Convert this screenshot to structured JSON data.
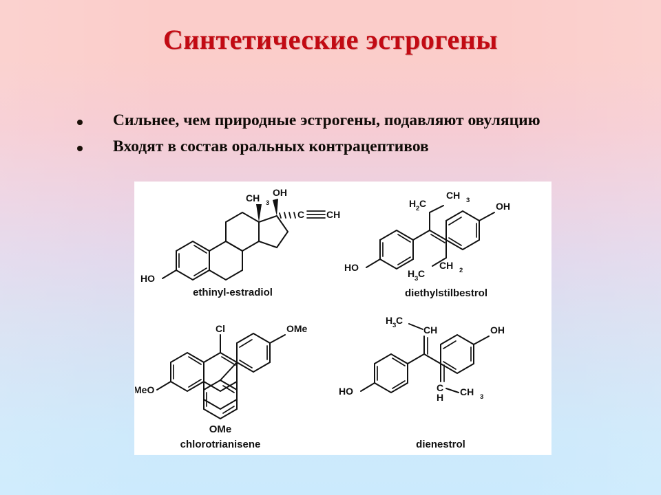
{
  "slide": {
    "title": "Синтетические эстрогены",
    "title_color": "#c20a13",
    "background": {
      "top_color": "#fbcdca",
      "mid_color": "#e2d8ec",
      "bottom_color": "#cbeafd"
    }
  },
  "bullets": [
    {
      "marker": "bullet-dot",
      "text": "Сильнее, чем природные эстрогены, подавляют овуляцию"
    },
    {
      "marker": "bullet-dot",
      "text": "Входят в состав оральных контрацептивов"
    }
  ],
  "figure": {
    "background": "#ffffff",
    "structures": [
      {
        "name": "ethinyl-estradiol",
        "caption": "ethinyl-estradiol",
        "position": "top-left",
        "labels": [
          "HO",
          "CH",
          "3",
          "OH",
          "C",
          "CH"
        ],
        "formula_text": "C≡CH",
        "description": "steroid tetracyclic skeleton, phenolic A-ring with HO, C18 methyl, 17-OH and 17-ethynyl"
      },
      {
        "name": "diethylstilbestrol",
        "caption": "diethylstilbestrol",
        "position": "top-right",
        "labels": [
          "HO",
          "OH",
          "H",
          "2",
          "C",
          "CH",
          "3",
          "H",
          "3",
          "C",
          "CH",
          "2"
        ],
        "description": "two para-hydroxyphenyl rings on a central C=C with two ethyl groups"
      },
      {
        "name": "chlorotrianisene",
        "caption": "chlorotrianisene",
        "position": "bottom-left",
        "labels": [
          "MeO",
          "OMe",
          "Cl",
          "OMe"
        ],
        "description": "triarylethylene with chlorine and three methoxyphenyl rings"
      },
      {
        "name": "dienestrol",
        "caption": "dienestrol",
        "position": "bottom-right",
        "labels": [
          "HO",
          "OH",
          "H",
          "3",
          "C",
          "CH",
          "C",
          "H",
          "CH",
          "3"
        ],
        "description": "bis-phenol diene with two ethylidene groups"
      }
    ]
  }
}
